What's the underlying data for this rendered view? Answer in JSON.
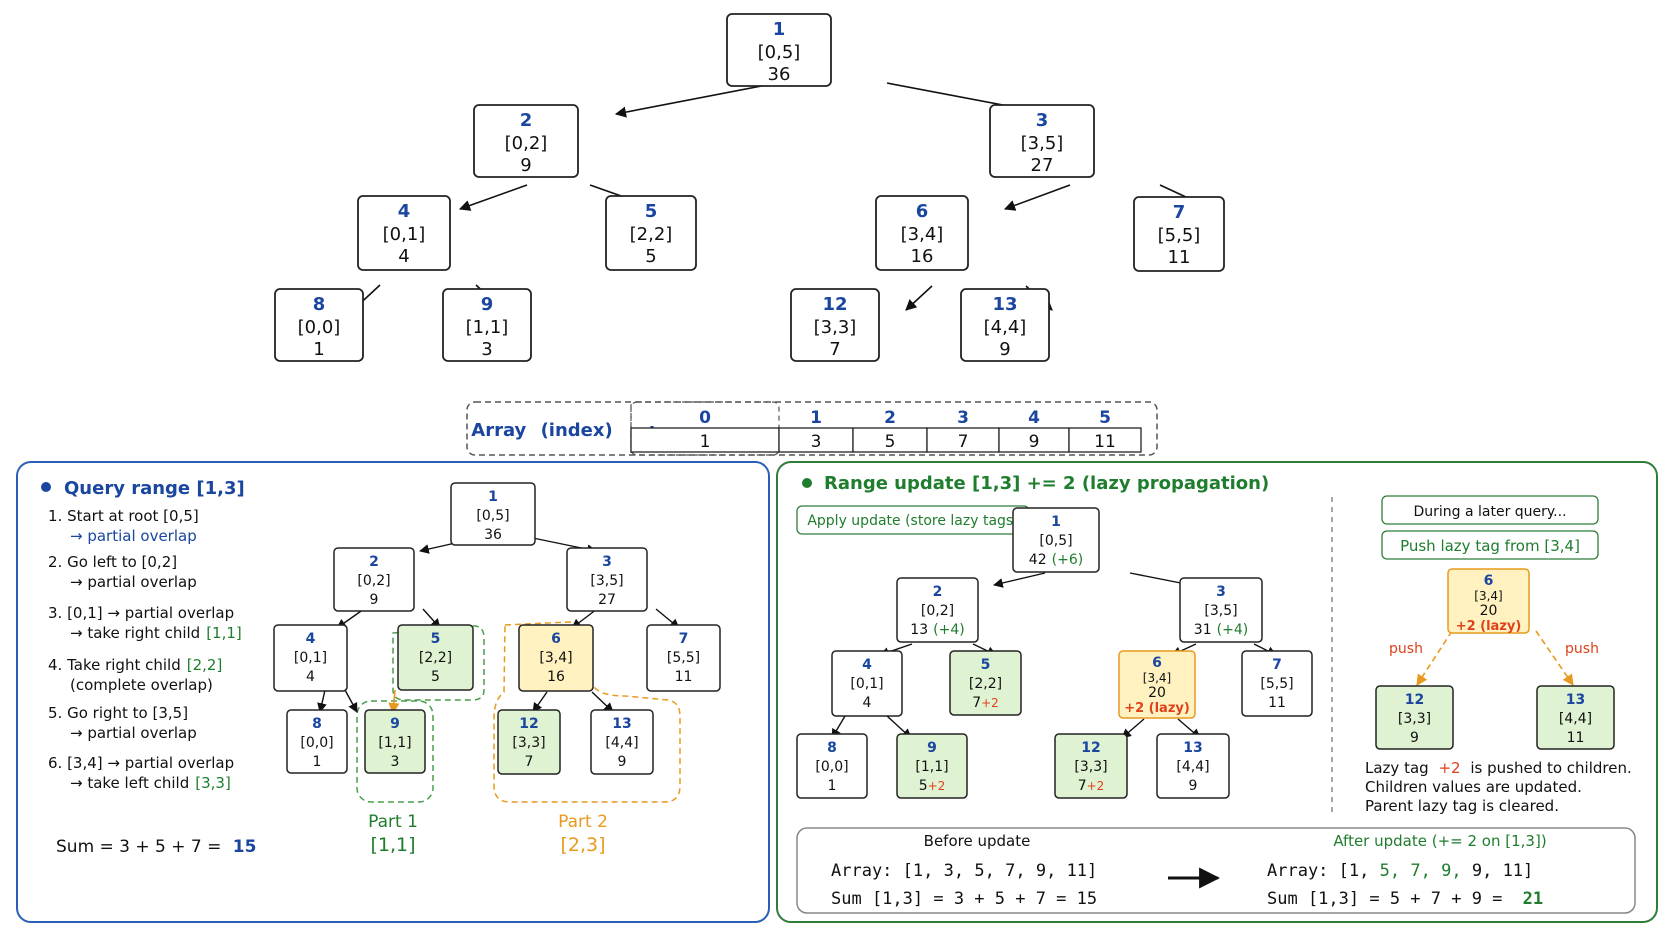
{
  "colors": {
    "blue": "#1a46a0",
    "green": "#1f7d2e",
    "orange": "#e89a1e",
    "red": "#e0401a",
    "node_green_fill": "#dff2d2",
    "node_yellow_fill": "#fff2c0",
    "panel_blue_border": "#2a5fb8",
    "panel_green_border": "#2f7d3a"
  },
  "top_tree": {
    "nodes": [
      {
        "id": "1",
        "range": "[0,5]",
        "value": "36"
      },
      {
        "id": "2",
        "range": "[0,2]",
        "value": "9"
      },
      {
        "id": "3",
        "range": "[3,5]",
        "value": "27"
      },
      {
        "id": "4",
        "range": "[0,1]",
        "value": "4"
      },
      {
        "id": "5",
        "range": "[2,2]",
        "value": "5"
      },
      {
        "id": "6",
        "range": "[3,4]",
        "value": "16"
      },
      {
        "id": "7",
        "range": "[5,5]",
        "value": "11"
      },
      {
        "id": "8",
        "range": "[0,0]",
        "value": "1"
      },
      {
        "id": "9",
        "range": "[1,1]",
        "value": "3"
      },
      {
        "id": "12",
        "range": "[3,3]",
        "value": "7"
      },
      {
        "id": "13",
        "range": "[4,4]",
        "value": "9"
      }
    ]
  },
  "array": {
    "label": "Array",
    "sublabel": "(index)",
    "colon": ":",
    "indices": [
      "0",
      "1",
      "2",
      "3",
      "4",
      "5"
    ],
    "values": [
      "1",
      "3",
      "5",
      "7",
      "9",
      "11"
    ]
  },
  "query_panel": {
    "title": "Query range [1,3]",
    "steps": [
      {
        "num": "1.",
        "line1": "Start at root [0,5]",
        "line2": "→ partial overlap"
      },
      {
        "num": "2.",
        "line1": "Go left to [0,2]",
        "line2": "→ partial overlap"
      },
      {
        "num": "3.",
        "line1": "[0,1] → partial overlap",
        "line2": "→ take right child",
        "line2_hl": "[1,1]"
      },
      {
        "num": "4.",
        "line1": "Take right child",
        "line1_hl": "[2,2]",
        "line2": "(complete overlap)"
      },
      {
        "num": "5.",
        "line1": "Go right to [3,5]",
        "line2": "→ partial overlap"
      },
      {
        "num": "6.",
        "line1": "[3,4] → partial overlap",
        "line2": "→ take left child",
        "line2_hl": "[3,3]"
      }
    ],
    "sum_text": "Sum = 3 + 5 + 7 =",
    "sum_value": "15",
    "part1_label": "Part 1",
    "part1_range": "[1,1]",
    "part2_label": "Part 2",
    "part2_range": "[2,3]",
    "nodes": [
      {
        "id": "1",
        "range": "[0,5]",
        "value": "36"
      },
      {
        "id": "2",
        "range": "[0,2]",
        "value": "9"
      },
      {
        "id": "3",
        "range": "[3,5]",
        "value": "27"
      },
      {
        "id": "4",
        "range": "[0,1]",
        "value": "4"
      },
      {
        "id": "5",
        "range": "[2,2]",
        "value": "5"
      },
      {
        "id": "6",
        "range": "[3,4]",
        "value": "16"
      },
      {
        "id": "7",
        "range": "[5,5]",
        "value": "11"
      },
      {
        "id": "8",
        "range": "[0,0]",
        "value": "1"
      },
      {
        "id": "9",
        "range": "[1,1]",
        "value": "3"
      },
      {
        "id": "12",
        "range": "[3,3]",
        "value": "7"
      },
      {
        "id": "13",
        "range": "[4,4]",
        "value": "9"
      }
    ]
  },
  "update_panel": {
    "title": "Range update [1,3] += 2  (lazy propagation)",
    "apply_label": "Apply update (store lazy tags)",
    "later_query_label": "During a later query...",
    "push_label": "Push lazy tag from [3,4]",
    "push_word": "push",
    "nodes": [
      {
        "id": "1",
        "range": "[0,5]",
        "value": "42",
        "delta": "(+6)"
      },
      {
        "id": "2",
        "range": "[0,2]",
        "value": "13",
        "delta": "(+4)"
      },
      {
        "id": "3",
        "range": "[3,5]",
        "value": "31",
        "delta": "(+4)"
      },
      {
        "id": "4",
        "range": "[0,1]",
        "value": "4"
      },
      {
        "id": "5",
        "range": "[2,2]",
        "value": "7",
        "plus": "+2"
      },
      {
        "id": "6",
        "range": "[3,4]",
        "value": "20",
        "lazy": "+2 (lazy)"
      },
      {
        "id": "7",
        "range": "[5,5]",
        "value": "11"
      },
      {
        "id": "8",
        "range": "[0,0]",
        "value": "1"
      },
      {
        "id": "9",
        "range": "[1,1]",
        "value": "5",
        "plus": "+2"
      },
      {
        "id": "12",
        "range": "[3,3]",
        "value": "7",
        "plus": "+2"
      },
      {
        "id": "13",
        "range": "[4,4]",
        "value": "9"
      }
    ],
    "push_nodes": [
      {
        "id": "6",
        "range": "[3,4]",
        "value": "20",
        "lazy": "+2 (lazy)"
      },
      {
        "id": "12",
        "range": "[3,3]",
        "value": "9"
      },
      {
        "id": "13",
        "range": "[4,4]",
        "value": "11"
      }
    ],
    "note": {
      "line1_pre": "Lazy tag",
      "line1_hl": "+2",
      "line1_post": "is pushed to children.",
      "line2": "Children values are updated.",
      "line3": "Parent lazy tag is cleared."
    },
    "before": {
      "title": "Before update",
      "array_label": "Array:",
      "array_values": [
        "1",
        "3",
        "5",
        "7",
        "9",
        "11"
      ],
      "sum_text": "Sum [1,3] = 3 + 5 + 7 = 15"
    },
    "after": {
      "title": "After update (+= 2 on [1,3])",
      "array_label": "Array:",
      "array_values": [
        "1",
        "5",
        "7",
        "9",
        "9",
        "11"
      ],
      "sum_text": "Sum [1,3] = 5 + 7 + 9 =",
      "sum_value": "21"
    }
  }
}
